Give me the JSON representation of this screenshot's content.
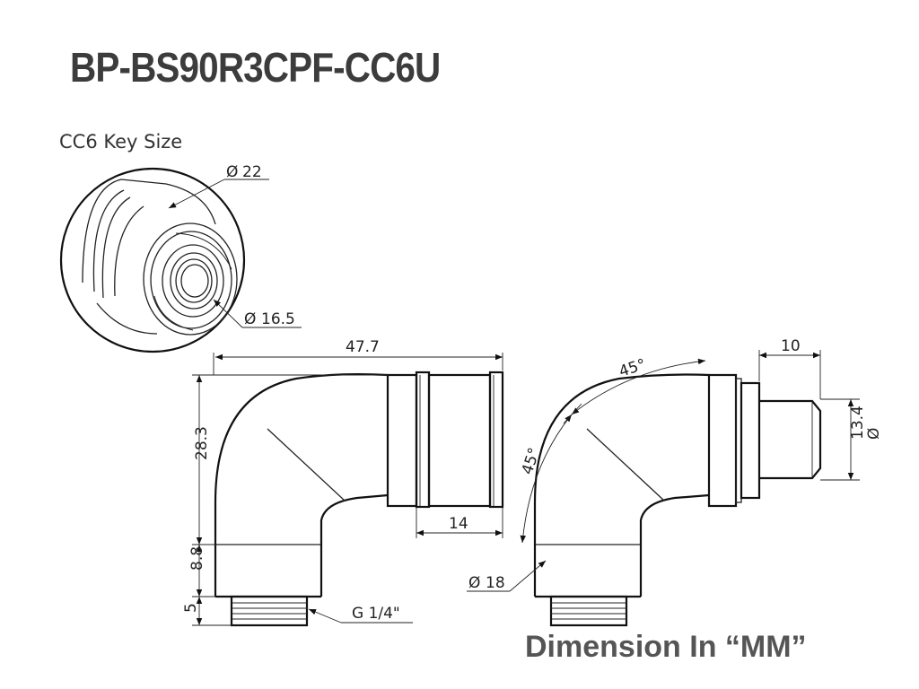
{
  "title": "BP-BS90R3CPF-CC6U",
  "subtitle": "CC6 Key Size",
  "footer": "Dimension In “MM”",
  "dims": {
    "d22": "22",
    "d16_5": "16.5",
    "len_47_7": "47.7",
    "h_28_3": "28.3",
    "len_14": "14",
    "h_8_8": "8.8",
    "h_5": "5",
    "thread": "G 1/4\"",
    "len_10": "10",
    "d13_4": "13.4",
    "angle_top": "45°",
    "angle_left": "45°",
    "d18": "18",
    "phi": "Ø"
  }
}
